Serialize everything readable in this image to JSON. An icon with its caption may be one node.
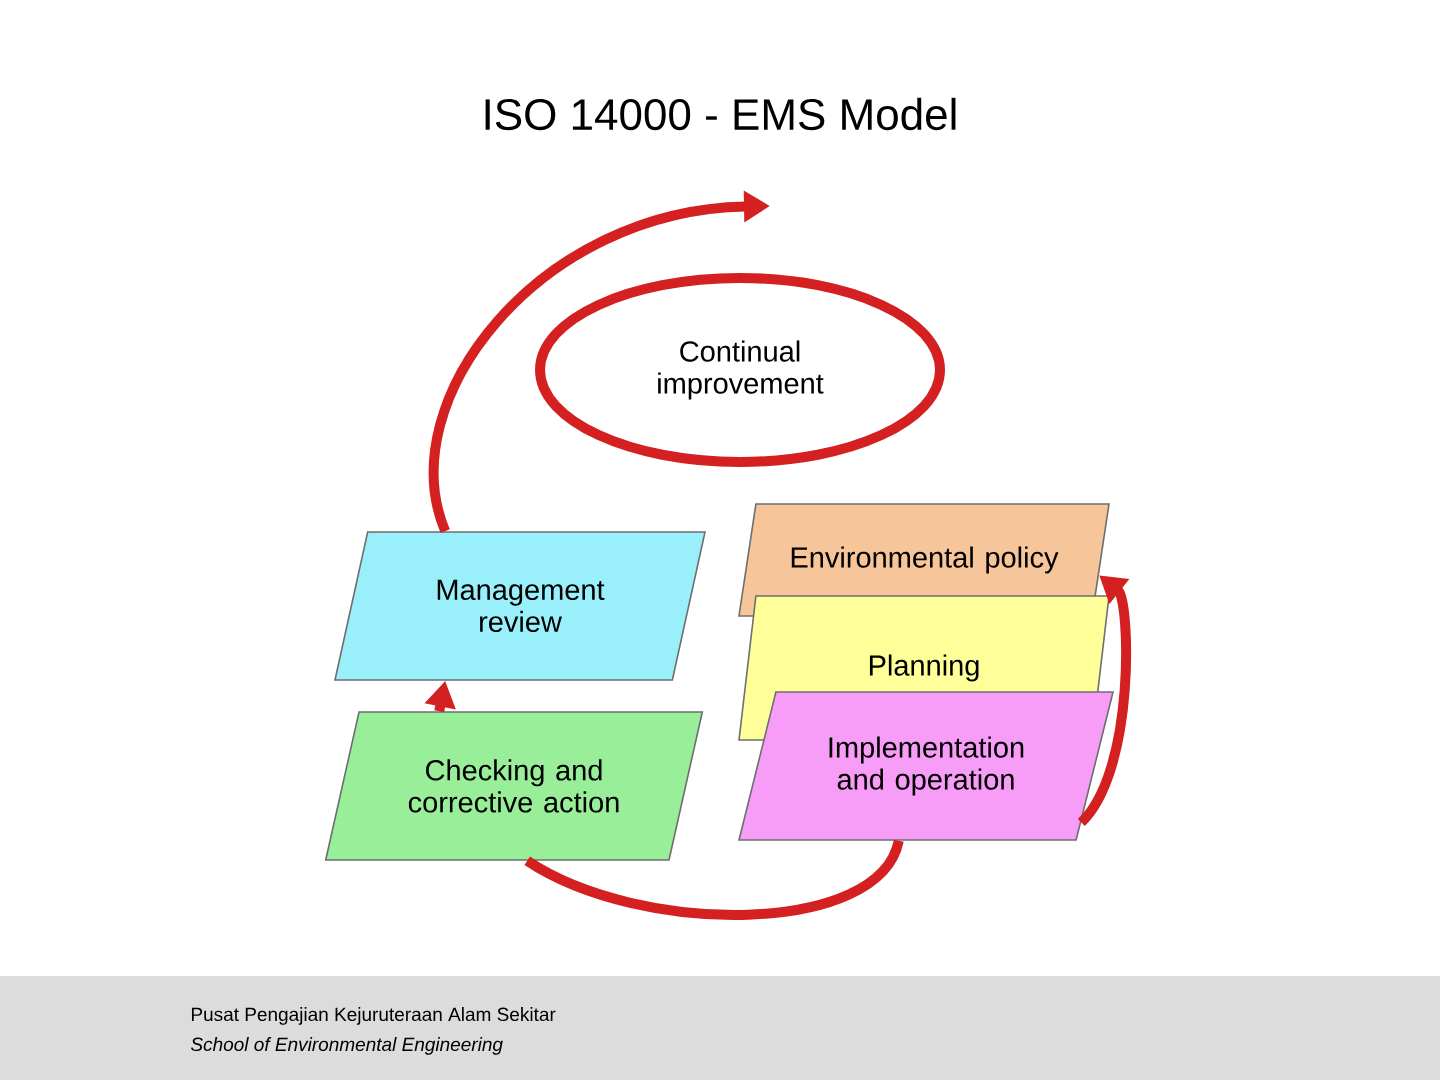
{
  "diagram": {
    "title": "ISO 14000 - EMS Model",
    "nodes": [
      {
        "text": [
          "Continual improvement"
        ]
      },
      {
        "text": [
          "Management review"
        ]
      },
      {
        "text": [
          "Environmental policy"
        ]
      },
      {
        "text": [
          "Planning"
        ]
      },
      {
        "text": [
          "Implementation and operation"
        ]
      },
      {
        "text": [
          "Checking and corrective action"
        ]
      }
    ],
    "edges": [
      {
        "from": 4,
        "to": 5,
        "arrow": "none"
      },
      {
        "from": 5,
        "to": 1,
        "arrow": "to"
      },
      {
        "from": 1,
        "to": null,
        "arrow": "to"
      },
      {
        "from": 4,
        "to": 2,
        "arrow": "to"
      }
    ],
    "labels": [
      "Pusat Pengajian Kejuruteraan Alam Sekitar",
      "School of Environmental Engineering"
    ]
  }
}
